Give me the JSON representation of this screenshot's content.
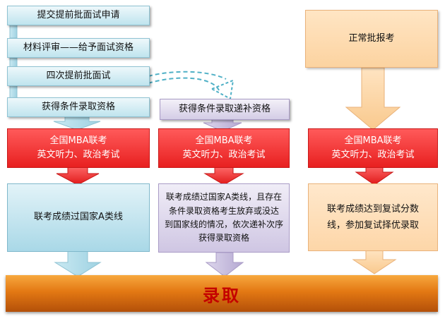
{
  "left": {
    "step1": "提交提前批面试申请",
    "step2": "材料评审——给予面试资格",
    "step3": "四次提前批面试",
    "step4": "获得条件录取资格",
    "exam_line1": "全国MBA联考",
    "exam_line2": "英文听力、政治考试",
    "result": "联考成绩过国家A类线"
  },
  "middle": {
    "step1": "获得条件录取递补资格",
    "exam_line1": "全国MBA联考",
    "exam_line2": "英文听力、政治考试",
    "result_lines": [
      "联考成绩过国家A类线，且存在",
      "条件录取资格考生放弃或没达",
      "到国家线的情况，依次递补次序",
      "获得录取资格"
    ]
  },
  "right": {
    "step1": "正常批报考",
    "exam_line1": "全国MBA联考",
    "exam_line2": "英文听力、政治考试",
    "result_lines": [
      "联考成绩达到复试分数",
      "线，参加复试择优录取"
    ]
  },
  "final": "录取",
  "colors": {
    "light_blue": "#bfe4ee",
    "lavender": "#d4cde6",
    "red": "#e82020",
    "peach": "#fcd3a0",
    "orange": "#e37813",
    "final_text": "#c40000",
    "dashed_arrow": "#4fb0c6"
  }
}
